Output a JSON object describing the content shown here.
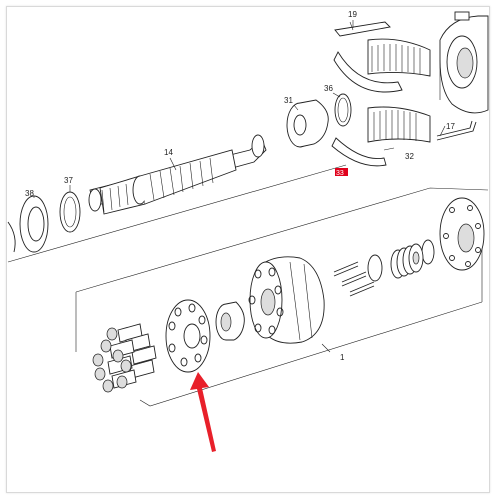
{
  "diagram": {
    "part_numbers": {
      "p19": "19",
      "p36": "36",
      "p31": "31",
      "p17": "17",
      "p32": "32",
      "p14": "14",
      "p37": "37",
      "p38": "38",
      "p33": "33",
      "p1": "1"
    },
    "highlight_color": "#e0001b",
    "arrow_color": "#e8202a"
  }
}
